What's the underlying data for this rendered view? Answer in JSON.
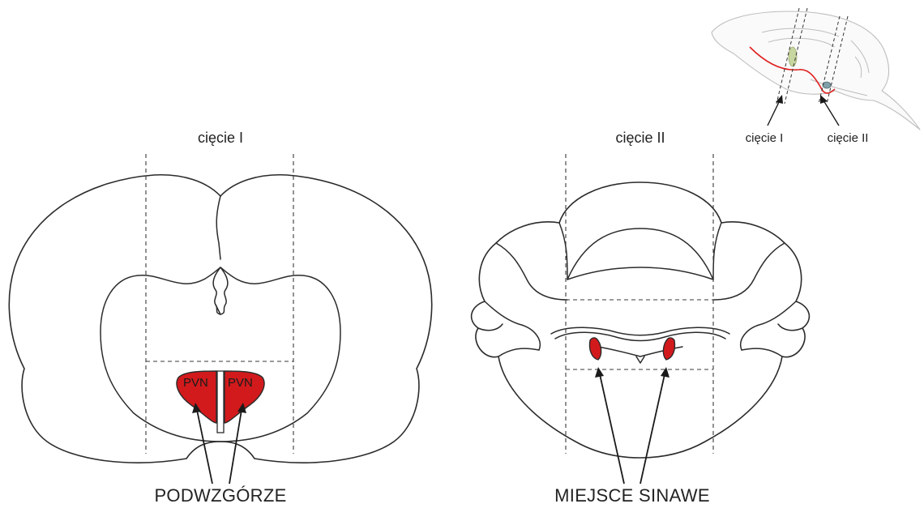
{
  "labels": {
    "section1_title": "cięcie I",
    "section2_title": "cięcie II",
    "region1": "PODWZGÓRZE",
    "region2": "MIEJSCE SINAWE",
    "pvn_left": "PVN",
    "pvn_right": "PVN",
    "inset_cut1": "cięcie I",
    "inset_cut2": "cięcie II"
  },
  "colors": {
    "nucleus_fill": "#d21a1c",
    "outline": "#2b2b2b",
    "inset_pathway": "#e02020",
    "inset_pvn_marker": "#c8d6a0",
    "inset_lc_marker": "#7fa0a8"
  }
}
